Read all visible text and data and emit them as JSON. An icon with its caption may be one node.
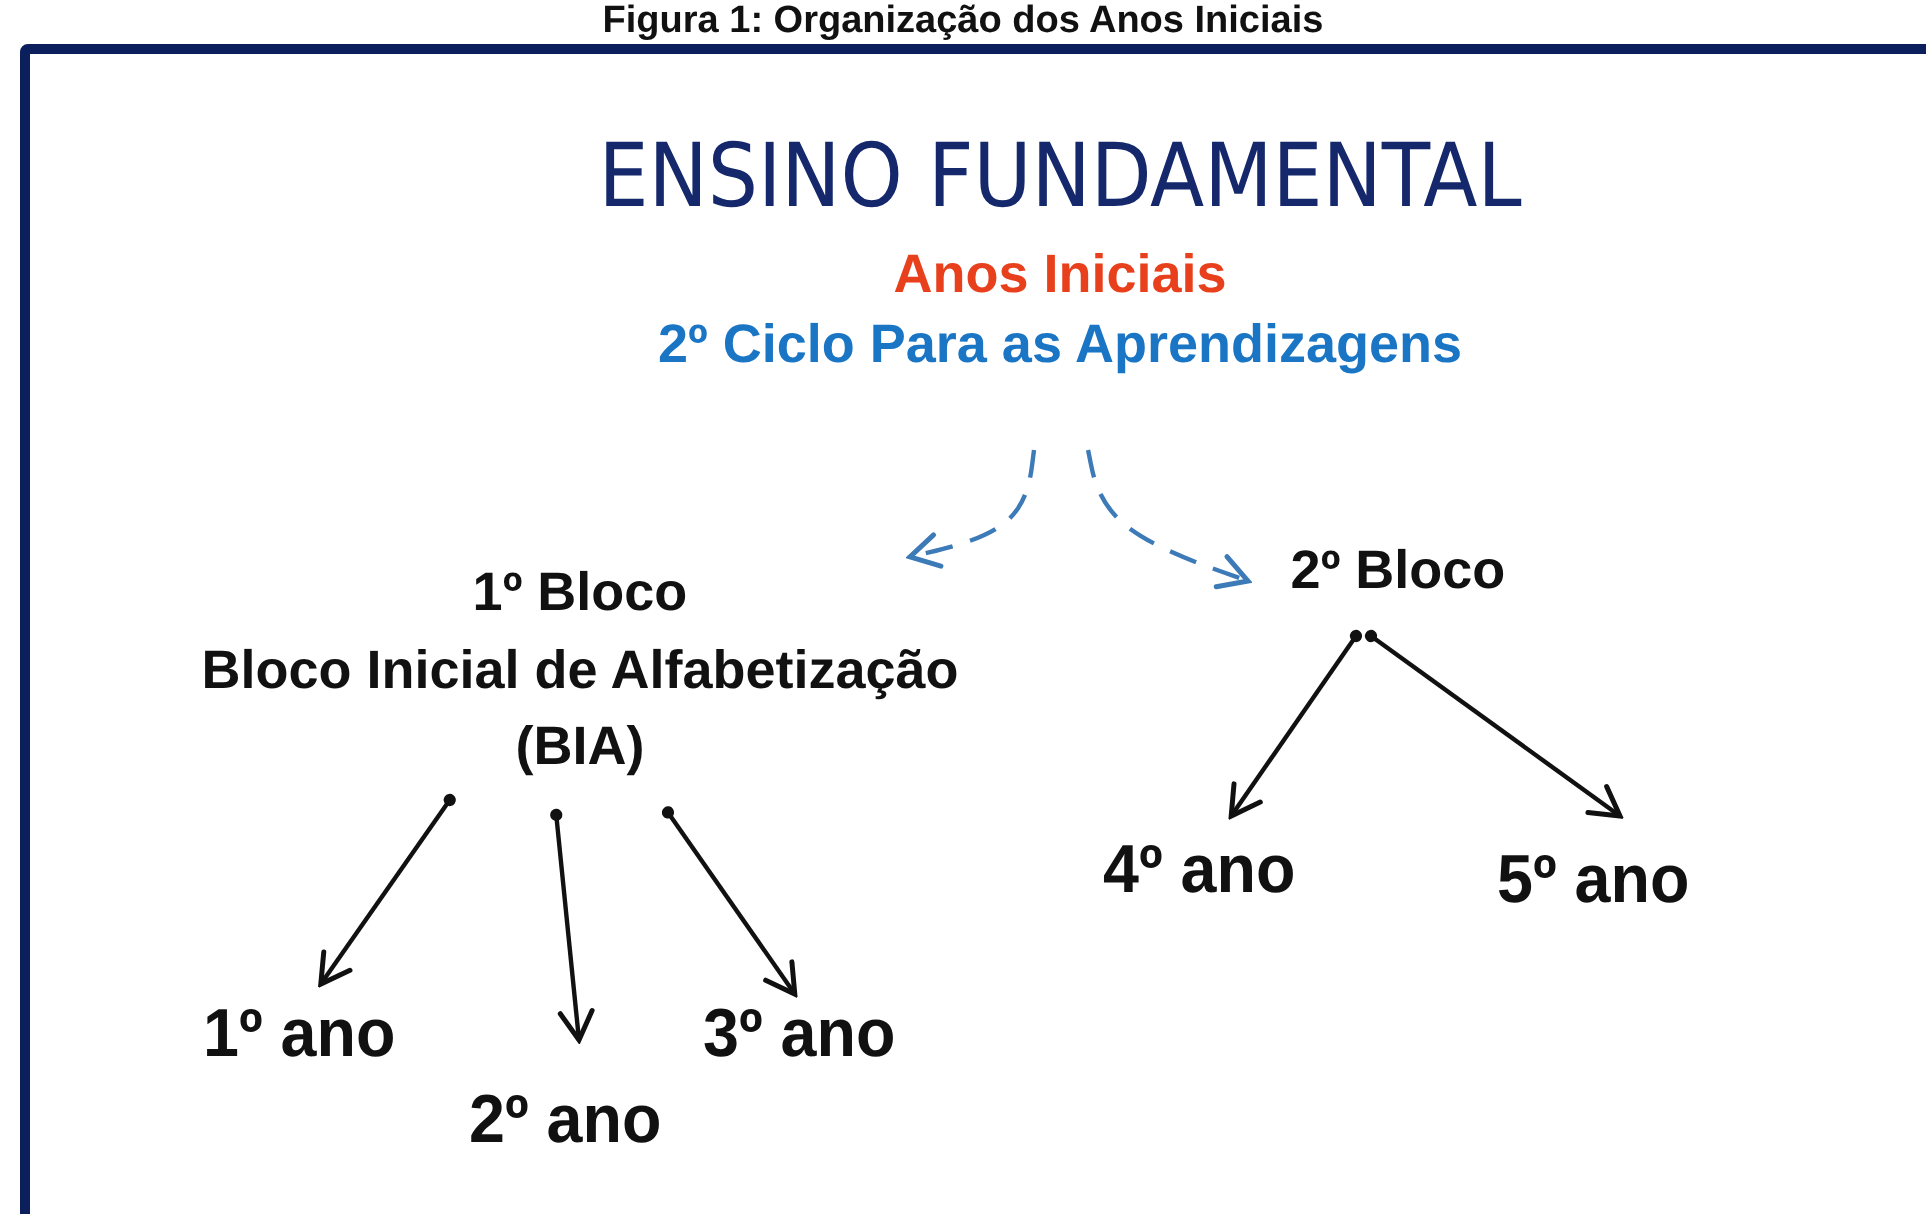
{
  "diagram": {
    "title": "Figura 1: Organização dos Anos Iniciais",
    "nodes": [
      {
        "text": [
          "ENSINO FUNDAMENTAL",
          "Anos Iniciais",
          "2º Ciclo Para as Aprendizagens"
        ]
      },
      {
        "text": [
          "1º Bloco",
          "Bloco Inicial de Alfabetização (BIA)"
        ]
      },
      {
        "text": [
          "2º Bloco"
        ]
      },
      {
        "text": [
          "1º ano"
        ]
      },
      {
        "text": [
          "2º ano"
        ]
      },
      {
        "text": [
          "3º ano"
        ]
      },
      {
        "text": [
          "4º ano"
        ]
      },
      {
        "text": [
          "5º ano"
        ]
      }
    ],
    "edges": [
      {
        "from": 0,
        "to": 1,
        "arrow": "to",
        "style": "dashed",
        "color": "#3d7ab8"
      },
      {
        "from": 0,
        "to": 2,
        "arrow": "to",
        "style": "dashed",
        "color": "#3d7ab8"
      },
      {
        "from": 1,
        "to": 3,
        "arrow": "to"
      },
      {
        "from": 1,
        "to": 4,
        "arrow": "to"
      },
      {
        "from": 1,
        "to": 5,
        "arrow": "to"
      },
      {
        "from": 2,
        "to": 6,
        "arrow": "to"
      },
      {
        "from": 2,
        "to": 7,
        "arrow": "to"
      }
    ]
  }
}
